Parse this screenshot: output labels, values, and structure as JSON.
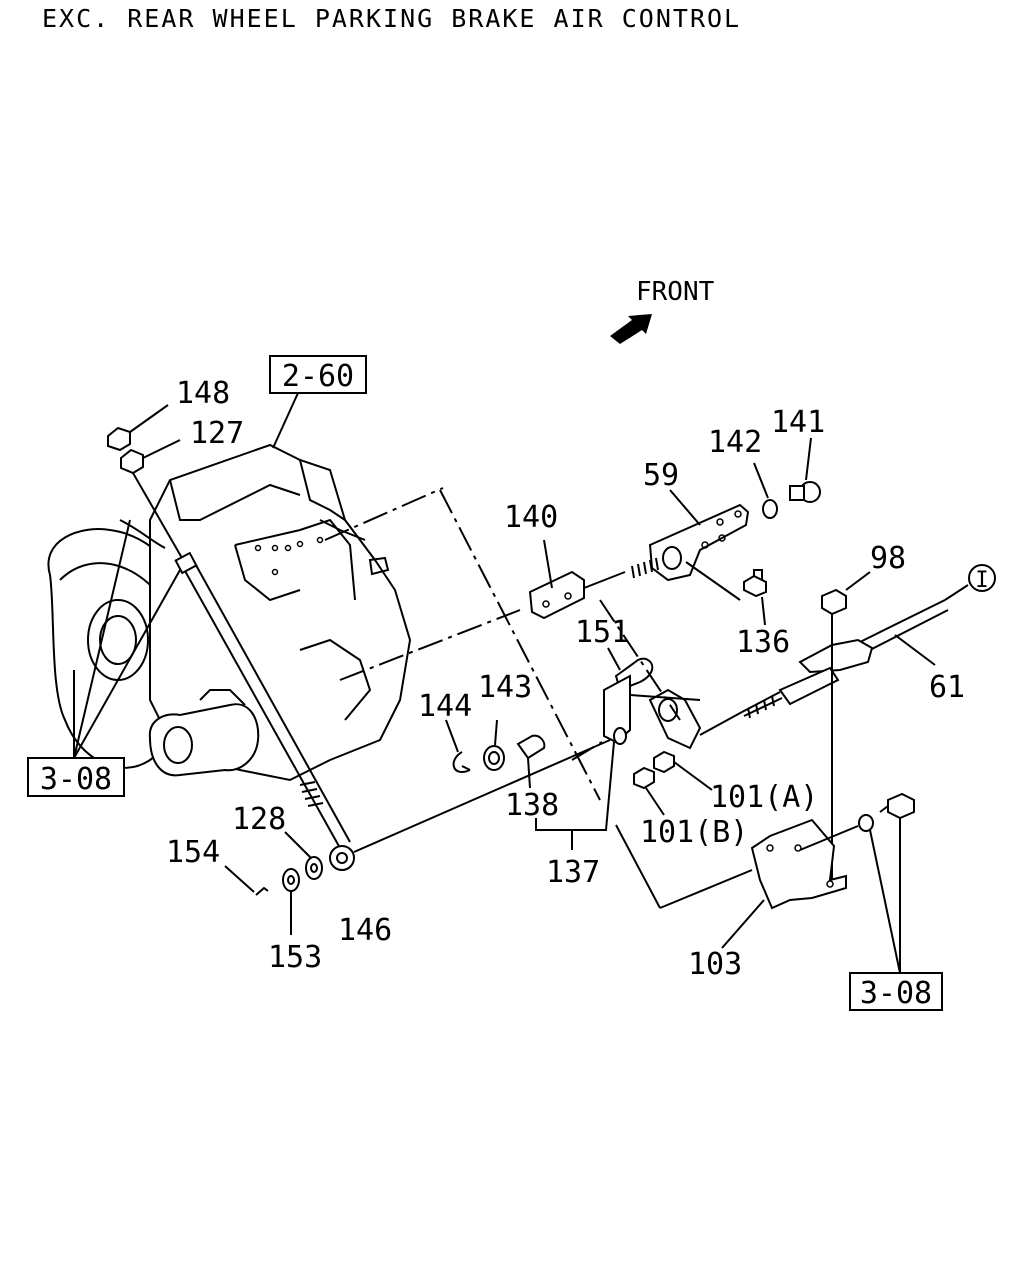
{
  "title": "EXC. REAR WHEEL PARKING BRAKE AIR CONTROL",
  "front_label": "FRONT",
  "refs": {
    "top": "2-60",
    "left": "3-08",
    "right": "3-08",
    "circle": "I"
  },
  "labels": {
    "p148": "148",
    "p127": "127",
    "p142": "142",
    "p141": "141",
    "p59": "59",
    "p140": "140",
    "p98": "98",
    "p151": "151",
    "p136": "136",
    "p61": "61",
    "p144": "144",
    "p143": "143",
    "p101a": "101(A)",
    "p138": "138",
    "p101b": "101(B)",
    "p128": "128",
    "p154": "154",
    "p137": "137",
    "p146": "146",
    "p153": "153",
    "p103": "103"
  }
}
